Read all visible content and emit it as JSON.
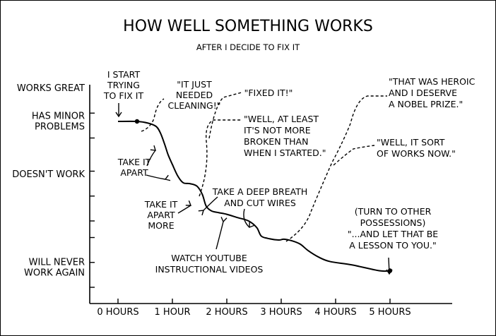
{
  "chart_data": {
    "type": "line",
    "title": "HOW WELL SOMETHING WORKS",
    "subtitle": "AFTER I DECIDE TO FIX IT",
    "x_ticks": [
      "0 HOURS",
      "1 HOUR",
      "2 HOURS",
      "3 HOURS",
      "4 HOURS",
      "5 HOURS"
    ],
    "y_ticks": [
      "WORKS GREAT",
      "HAS MINOR|PROBLEMS",
      "DOESN'T WORK",
      "WILL NEVER|WORK AGAIN"
    ],
    "xlim": [
      -0.3,
      6.2
    ],
    "ylim": [
      -1.8,
      12.5
    ],
    "grid": false,
    "series": [
      {
        "x": [
          0,
          0.35,
          0.55,
          0.7,
          0.78,
          0.86,
          0.92,
          1.0,
          1.1,
          1.2,
          1.32,
          1.45,
          1.55,
          1.62,
          1.72,
          1.85,
          2.0,
          2.2,
          2.4,
          2.55,
          2.63,
          2.75,
          2.95,
          3.05,
          3.2,
          3.35,
          3.5,
          3.7,
          3.9,
          4.3,
          4.8,
          5.0
        ],
        "y": [
          10.0,
          10.0,
          9.9,
          9.7,
          9.3,
          8.6,
          8.0,
          7.4,
          6.7,
          6.3,
          6.25,
          6.1,
          5.6,
          4.9,
          4.6,
          4.5,
          4.4,
          4.2,
          4.0,
          3.6,
          3.1,
          2.95,
          2.85,
          2.9,
          2.8,
          2.6,
          2.2,
          1.8,
          1.55,
          1.35,
          1.0,
          1.0
        ]
      }
    ],
    "markers": [
      {
        "x": 0.35,
        "y": 10.0
      },
      {
        "x": 5.0,
        "y": 1.0
      }
    ],
    "annotations": [
      {
        "text": "I START|TRYING|TO FIX IT"
      },
      {
        "text": "TAKE IT|APART"
      },
      {
        "text": "TAKE IT|APART|MORE"
      },
      {
        "text": "TAKE A DEEP BREATH|AND CUT WIRES"
      },
      {
        "text": "WATCH YOUTUBE|INSTRUCTIONAL VIDEOS"
      },
      {
        "text": "(TURN TO OTHER|POSSESSIONS)|\"...AND LET THAT BE|A LESSON TO YOU.\""
      }
    ],
    "quotes": [
      {
        "text": "\"IT JUST|NEEDED|CLEANING!\""
      },
      {
        "text": "\"FIXED IT!\""
      },
      {
        "text": "\"WELL, AT LEAST|IT'S NOT MORE|BROKEN THAN|WHEN I STARTED.\""
      },
      {
        "text": "\"THAT WAS HEROIC|AND I DESERVE|A NOBEL PRIZE.\""
      },
      {
        "text": "\"WELL, IT SORT|OF WORKS NOW.\""
      }
    ]
  }
}
